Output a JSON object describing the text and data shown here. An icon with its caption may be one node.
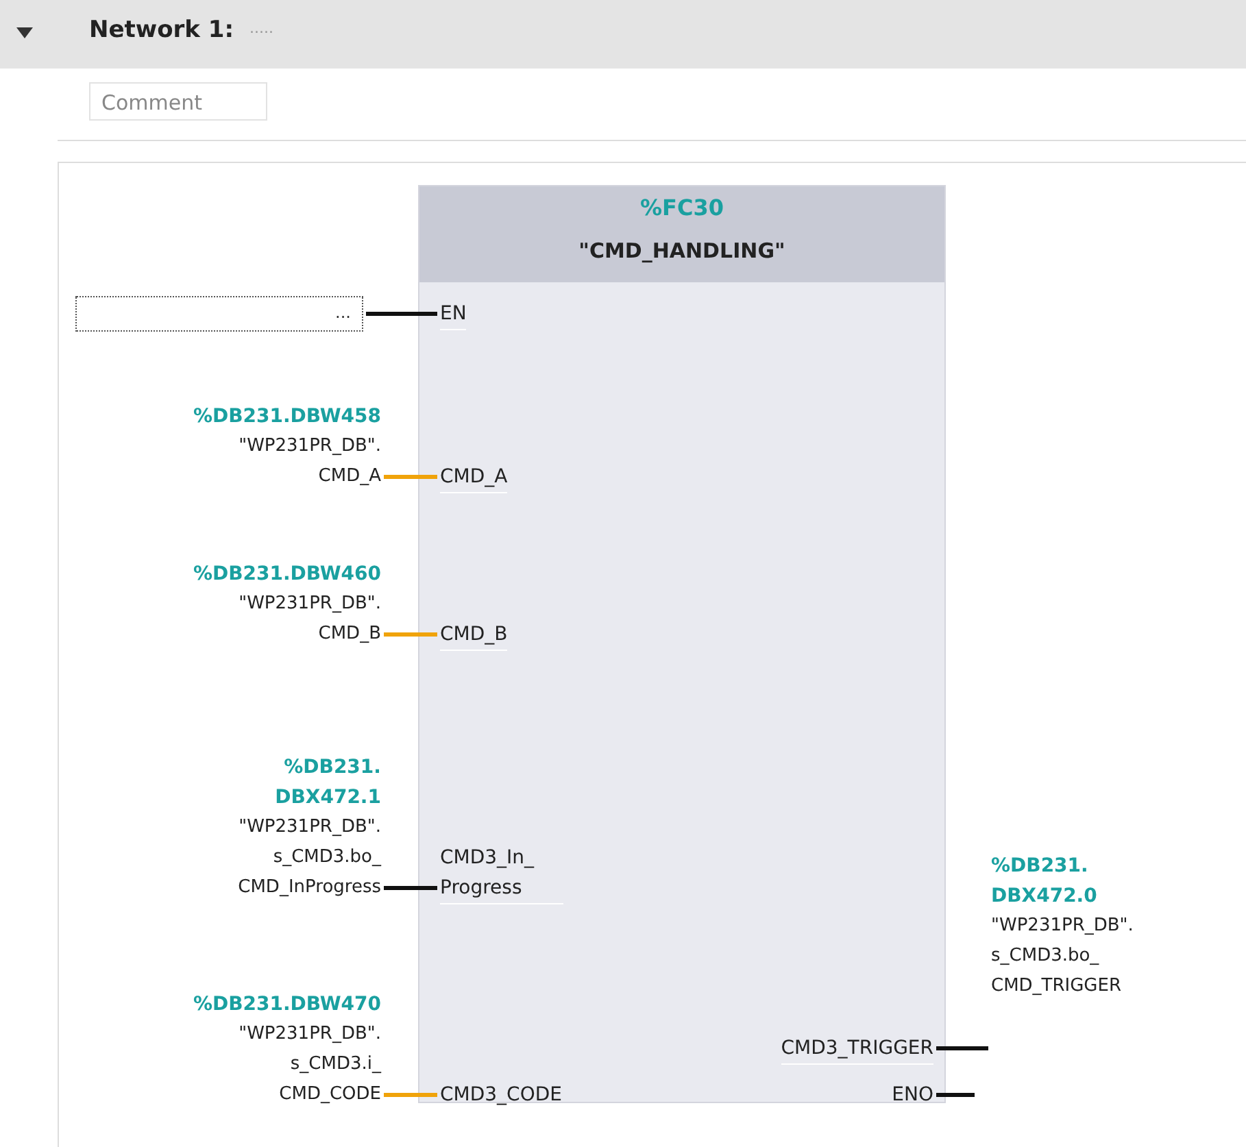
{
  "diagram": {
    "nodes": [
      {
        "text": [
          "%FC30",
          "\"CMD_HANDLING\""
        ]
      },
      {
        "text": [
          "EN"
        ],
        "in": 0
      },
      {
        "text": [
          "CMD_A"
        ],
        "in": 0
      },
      {
        "text": [
          "CMD_B"
        ],
        "in": 0
      },
      {
        "text": [
          "CMD3_In_ Progress"
        ],
        "in": 0
      },
      {
        "text": [
          "CMD3_CODE"
        ],
        "in": 0
      },
      {
        "text": [
          "CMD3_TRIGGER"
        ],
        "in": 0
      },
      {
        "text": [
          "ENO"
        ],
        "in": 0
      },
      {
        "text": [
          "..."
        ]
      },
      {
        "text": [
          "%DB231.DBW458",
          "\"WP231PR_DB\". CMD_A"
        ]
      },
      {
        "text": [
          "%DB231.DBW460",
          "\"WP231PR_DB\". CMD_B"
        ]
      },
      {
        "text": [
          "%DB231. DBX472.1",
          "\"WP231PR_DB\". s_CMD3.bo_ CMD_InProgress"
        ]
      },
      {
        "text": [
          "%DB231.DBW470",
          "\"WP231PR_DB\". s_CMD3.i_ CMD_CODE"
        ]
      },
      {
        "text": [
          "%DB231. DBX472.0",
          "\"WP231PR_DB\". s_CMD3.bo_ CMD_TRIGGER"
        ]
      }
    ],
    "edges": [
      {
        "from": 8,
        "to": 1,
        "arrow": "none"
      },
      {
        "from": 9,
        "to": 2,
        "arrow": "none",
        "color": "#f0a30a"
      },
      {
        "from": 10,
        "to": 3,
        "arrow": "none",
        "color": "#f0a30a"
      },
      {
        "from": 11,
        "to": 4,
        "arrow": "none"
      },
      {
        "from": 12,
        "to": 5,
        "arrow": "none",
        "color": "#f0a30a"
      },
      {
        "from": 6,
        "to": 13,
        "arrow": "none"
      },
      {
        "from": 7,
        "to": null,
        "arrow": "none"
      }
    ],
    "labels": [
      "Network 1:",
      ".....",
      "Comment"
    ]
  }
}
